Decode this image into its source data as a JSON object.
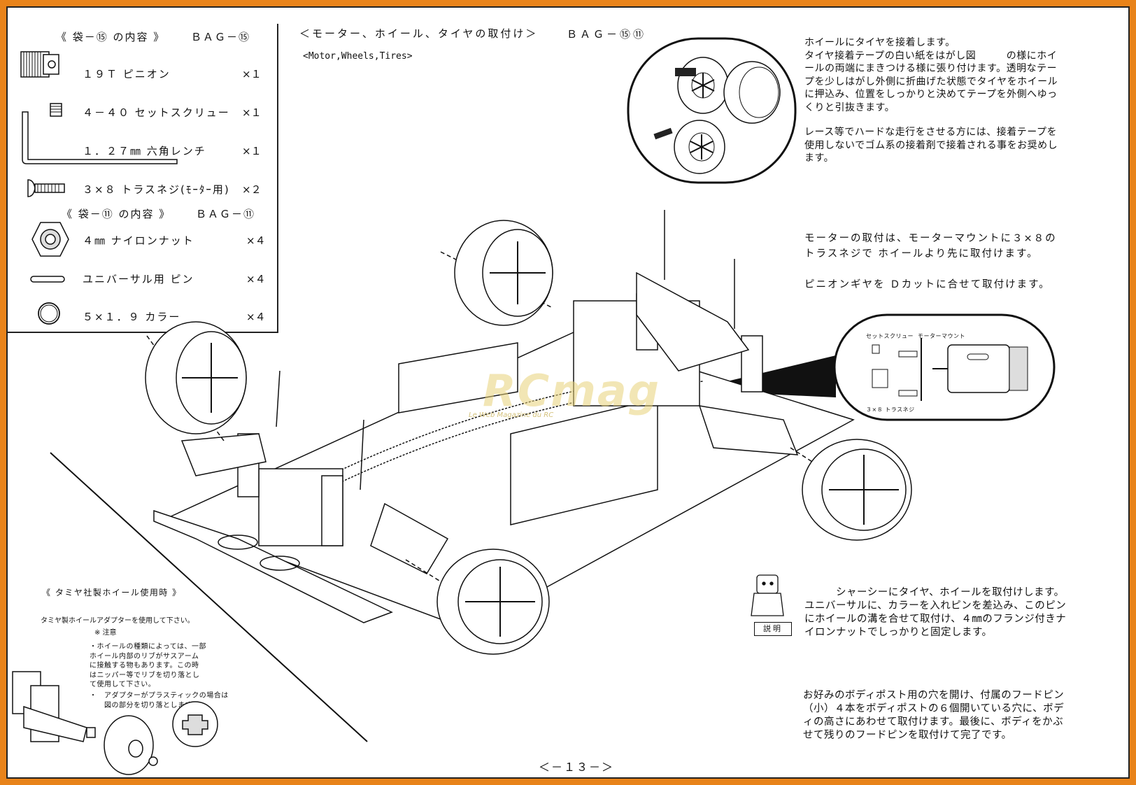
{
  "header": {
    "title_jp": "＜モーター、ホイール、タイヤの取付け＞",
    "bag_ref": "ＢＡＧ－⑮⑪",
    "title_en": "<Motor,Wheels,Tires>"
  },
  "parts_box": {
    "bag15": {
      "title": "《 袋－⑮ の内容 》",
      "code": "ＢＡＧ－⑮",
      "items": [
        {
          "name": "１９Ｔ ピニオン",
          "qty": "×１",
          "icon": "pinion-gear-icon"
        },
        {
          "name": "４－４０ セットスクリュー",
          "qty": "×１",
          "icon": "set-screw-icon"
        },
        {
          "name": "１．２７㎜ 六角レンチ",
          "qty": "×１",
          "icon": "hex-wrench-icon"
        },
        {
          "name": "３×８ トラスネジ(ﾓｰﾀｰ用)",
          "qty": "×２",
          "icon": "truss-screw-icon"
        }
      ]
    },
    "bag11": {
      "title": "《 袋－⑪ の内容 》",
      "code": "ＢＡＧ－⑪",
      "items": [
        {
          "name": "４㎜ ナイロンナット",
          "qty": "×４",
          "icon": "nylon-nut-icon"
        },
        {
          "name": "ユニバーサル用 ピン",
          "qty": "×４",
          "icon": "universal-pin-icon"
        },
        {
          "name": "５×１．９ カラー",
          "qty": "×４",
          "icon": "collar-icon"
        }
      ]
    }
  },
  "tire_instructions": {
    "lines": [
      "ホイールにタイヤを接着します。",
      "タイヤ接着テープの白い紙をはがし図　　　の様にホイ",
      "ールの両端にまきつける様に張り付けます。透明なテー",
      "プを少しはがし外側に折曲げた状態でタイヤをホイール",
      "に押込み、位置をしっかりと決めてテープを外側へゆっ",
      "くりと引抜きます。"
    ],
    "note_lines": [
      "レース等でハードな走行をさせる方には、接着テープを",
      "使用しないでゴム系の接着剤で接着される事をお奨めし",
      "ます。"
    ]
  },
  "motor_instructions": {
    "lines": [
      "モーターの取付は、モーターマウントに３×８の",
      "トラスネジで ホイールより先に取付けます。"
    ],
    "pinion_line": "ピニオンギヤを Ｄカットに合せて取付けます。"
  },
  "motor_callout": {
    "set_screw_label": "セットスクリュー",
    "motor_mount_label": "モーターマウント",
    "screw_label": "３×８ トラスネジ"
  },
  "chassis_instructions": {
    "lines": [
      "　　　シャーシーにタイヤ、ホイールを取付けします。",
      "ユニバーサルに、カラーを入れピンを差込み、このピン",
      "にホイールの溝を合せて取付け、４㎜のフランジ付きナ",
      "イロンナットでしっかりと固定します。"
    ],
    "badge": "説明"
  },
  "body_instructions": {
    "lines": [
      "お好みのボディポスト用の穴を開け、付属のフードピン",
      "（小）４本をボディポストの６個開いている穴に、ボデ",
      "ィの高さにあわせて取付けます。最後に、ボディをかぶ",
      "せて残りのフードピンを取付けて完了です。"
    ]
  },
  "tamiya_note": {
    "title": "《 タミヤ社製ホイール使用時 》",
    "line1": "タミヤ製ホイールアダプターを使用して下さい。",
    "caution": "※ 注意",
    "bullet1": [
      "・ホイールの種類によっては、一部",
      "ホイール内部のリブがサスアーム",
      "に接触する物もあります。この時",
      "はニッパー等でリブを切り落とし",
      "て使用して下さい。"
    ],
    "bullet2": [
      "・　アダプターがプラスティックの場合は",
      "　　図の部分を切り落とします。"
    ]
  },
  "watermark": {
    "brand": "RCmag",
    "tagline": "Le Web Magazine du RC"
  },
  "page_number": "＜－１３－＞",
  "colors": {
    "frame": "#e8831a",
    "ink": "#111111",
    "watermark": "#e9d27a"
  }
}
